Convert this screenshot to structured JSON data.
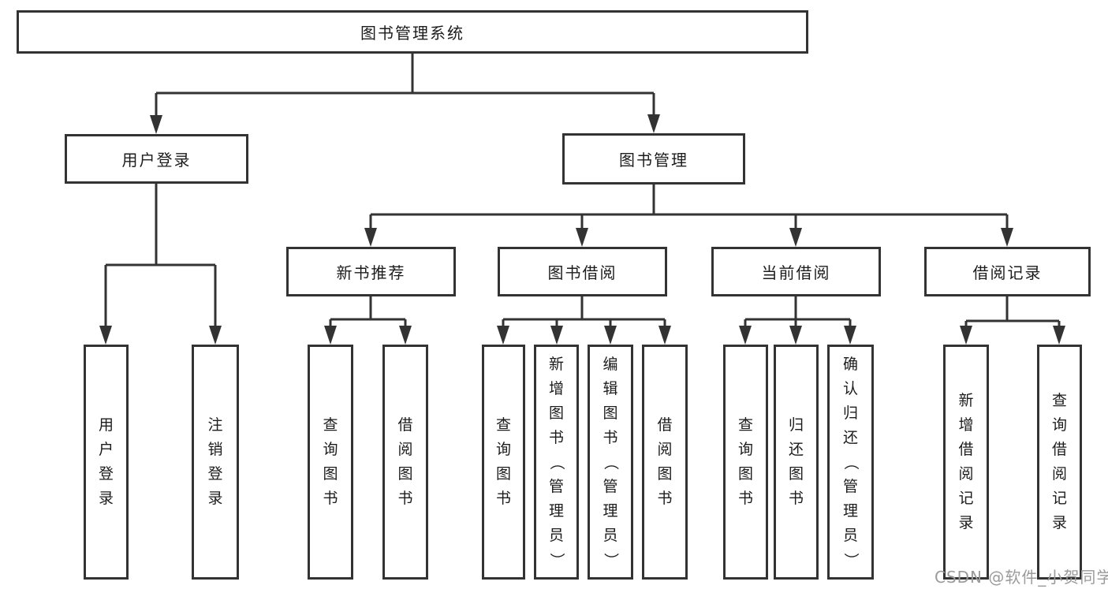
{
  "root": {
    "label": "图书管理系统"
  },
  "level2": [
    {
      "label": "用户登录"
    },
    {
      "label": "图书管理"
    }
  ],
  "level3": [
    {
      "label": "新书推荐"
    },
    {
      "label": "图书借阅"
    },
    {
      "label": "当前借阅"
    },
    {
      "label": "借阅记录"
    }
  ],
  "leaves": [
    {
      "label": "用户登录"
    },
    {
      "label": "注销登录"
    },
    {
      "label": "查询图书"
    },
    {
      "label": "借阅图书"
    },
    {
      "label": "查询图书"
    },
    {
      "label": "新增图书（管理员）"
    },
    {
      "label": "编辑图书（管理员）"
    },
    {
      "label": "借阅图书"
    },
    {
      "label": "查询图书"
    },
    {
      "label": "归还图书"
    },
    {
      "label": "确认归还（管理员）"
    },
    {
      "label": "新增借阅记录"
    },
    {
      "label": "查询借阅记录"
    }
  ],
  "watermark": "CSDN @软件_小贺同学",
  "colors": {
    "line": "#333333",
    "text": "#1c1c1c",
    "watermark": "#9b9b9b",
    "background": "#ffffff"
  }
}
